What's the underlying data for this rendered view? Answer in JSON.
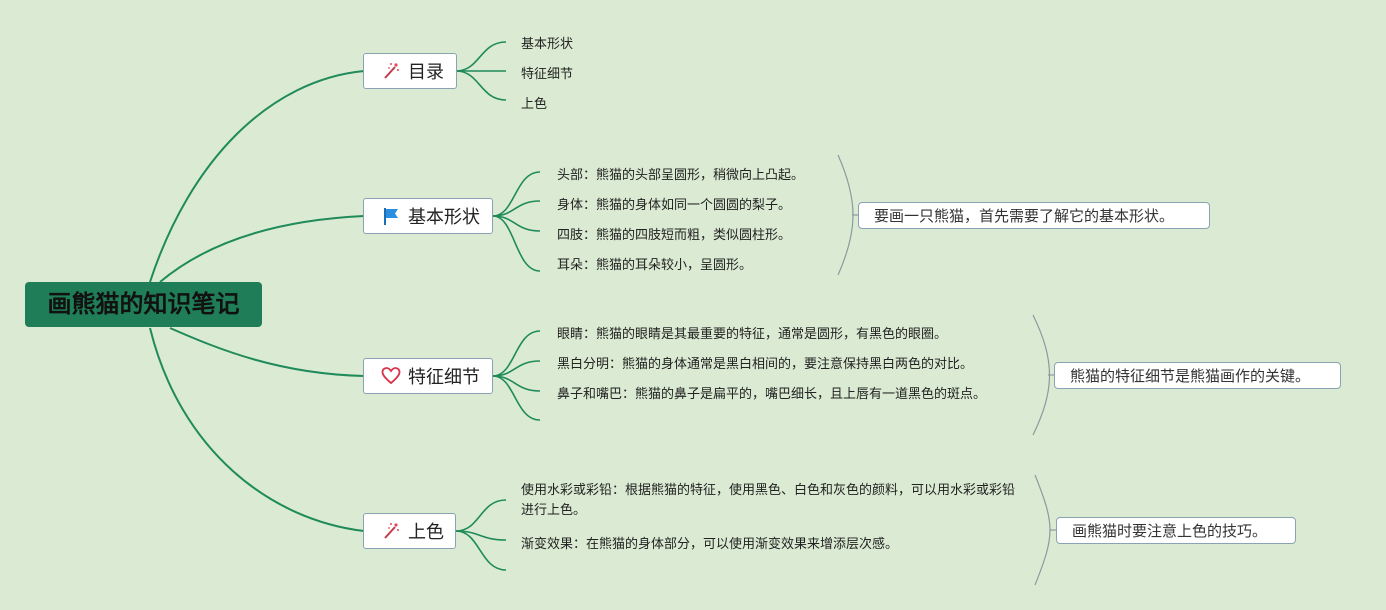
{
  "root": {
    "title": "画熊猫的知识笔记"
  },
  "branches": [
    {
      "label": "目录",
      "icon": "magic-wand-icon",
      "items": [
        "基本形状",
        "特征细节",
        "上色"
      ]
    },
    {
      "label": "基本形状",
      "icon": "flag-icon",
      "items": [
        "头部：熊猫的头部呈圆形，稍微向上凸起。",
        "身体：熊猫的身体如同一个圆圆的梨子。",
        "四肢：熊猫的四肢短而粗，类似圆柱形。",
        "耳朵：熊猫的耳朵较小，呈圆形。"
      ],
      "summary": "要画一只熊猫，首先需要了解它的基本形状。"
    },
    {
      "label": "特征细节",
      "icon": "heart-icon",
      "items": [
        "眼睛：熊猫的眼睛是其最重要的特征，通常是圆形，有黑色的眼圈。",
        "黑白分明：熊猫的身体通常是黑白相间的，要注意保持黑白两色的对比。",
        "鼻子和嘴巴：熊猫的鼻子是扁平的，嘴巴细长，且上唇有一道黑色的斑点。"
      ],
      "summary": "熊猫的特征细节是熊猫画作的关键。"
    },
    {
      "label": "上色",
      "icon": "magic-wand-icon",
      "items": [
        "使用水彩或彩铅：根据熊猫的特征，使用黑色、白色和灰色的颜料，可以用水彩或彩铅进行上色。",
        "渐变效果：在熊猫的身体部分，可以使用渐变效果来增添层次感。"
      ],
      "summary": "画熊猫时要注意上色的技巧。"
    }
  ],
  "colors": {
    "line": "#1f8a5a",
    "root_bg": "#1f7d57",
    "canvas_bg": "#dbebd3",
    "summary_bracket": "#8a9aa0"
  }
}
